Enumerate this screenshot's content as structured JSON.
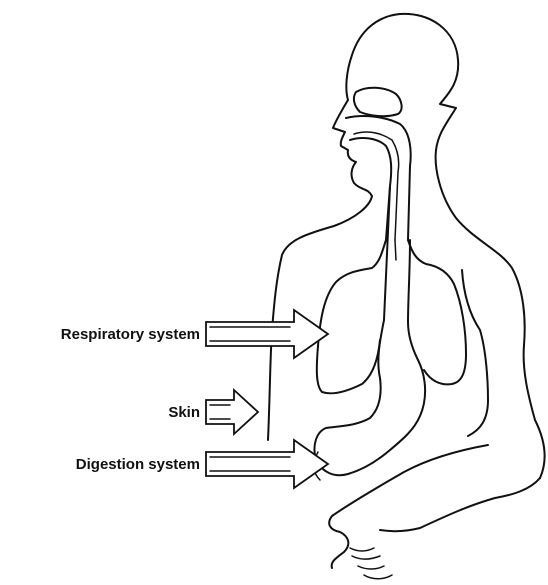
{
  "labels": {
    "respiratory": "Respiratory system",
    "skin": "Skin",
    "digestion": "Digestion system"
  }
}
